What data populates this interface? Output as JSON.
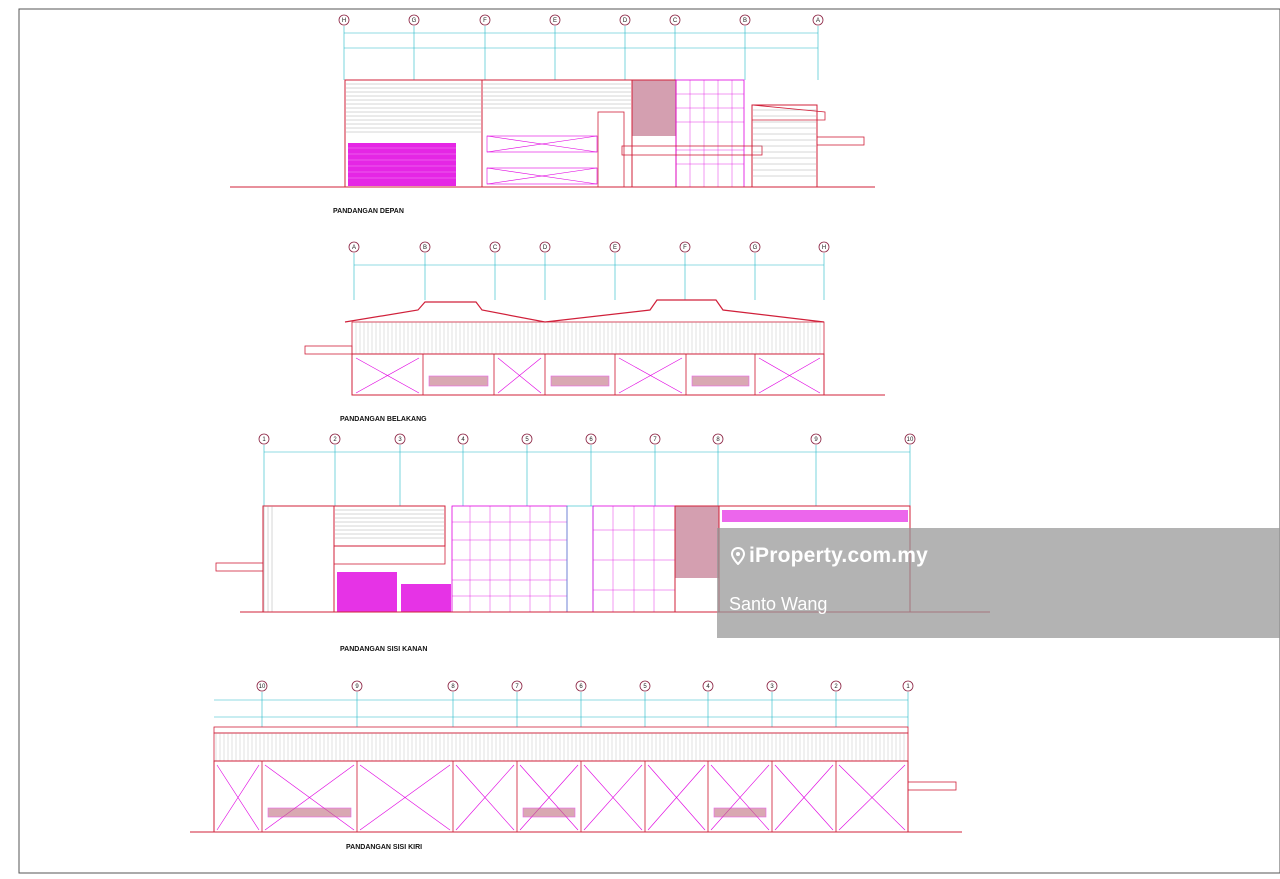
{
  "drawing": {
    "colors": {
      "frame": "#555555",
      "outline": "#d0203a",
      "magenta": "#e000e0",
      "grid": "#22b8c8",
      "cladding": "#9a9a9a",
      "ground": "#d0203a"
    },
    "elevations": [
      {
        "id": "front",
        "title": "PANDANGAN DEPAN",
        "grid_labels": [
          "H",
          "G",
          "F",
          "E",
          "D",
          "C",
          "B",
          "A"
        ]
      },
      {
        "id": "rear",
        "title": "PANDANGAN BELAKANG",
        "grid_labels": [
          "A",
          "B",
          "C",
          "D",
          "E",
          "F",
          "G",
          "H"
        ]
      },
      {
        "id": "right-side",
        "title": "PANDANGAN SISI KANAN",
        "grid_labels": [
          "1",
          "2",
          "3",
          "4",
          "5",
          "6",
          "7",
          "8",
          "9",
          "10"
        ]
      },
      {
        "id": "left-side",
        "title": "PANDANGAN SISI KIRI",
        "grid_labels": [
          "10",
          "9",
          "8",
          "7",
          "6",
          "5",
          "4",
          "3",
          "2",
          "1"
        ]
      }
    ]
  },
  "watermark": {
    "brand": "iProperty.com.my",
    "agent": "Santo Wang",
    "pin_icon": "location-pin-icon"
  }
}
